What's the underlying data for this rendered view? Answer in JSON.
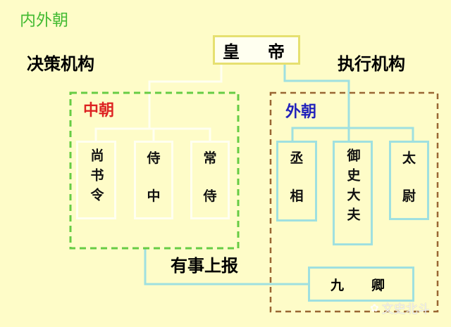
{
  "title": "内外朝",
  "emperor": "皇　帝",
  "left_label": "决策机构",
  "right_label": "执行机构",
  "inner_court": {
    "label": "中朝",
    "offices": [
      {
        "name": "尚书令",
        "chars": [
          "尚",
          "书",
          "令"
        ]
      },
      {
        "name": "侍中",
        "chars": [
          "侍",
          "中"
        ]
      },
      {
        "name": "常侍",
        "chars": [
          "常",
          "侍"
        ]
      }
    ]
  },
  "outer_court": {
    "label": "外朝",
    "offices": [
      {
        "name": "丞相",
        "chars": [
          "丞",
          "相"
        ]
      },
      {
        "name": "御史大夫",
        "chars": [
          "御",
          "史",
          "大",
          "夫"
        ]
      },
      {
        "name": "太尉",
        "chars": [
          "太",
          "尉"
        ]
      }
    ],
    "nine_ministers": "九　卿"
  },
  "report_label": "有事上报",
  "watermark": "文史北斗",
  "colors": {
    "background": "#fefcc8",
    "title": "#44bb33",
    "inner_label": "#dd2222",
    "outer_label": "#2222bb",
    "inner_border": "#66cc44",
    "outer_border": "#996633",
    "outer_lines": "#9fe0e0",
    "inner_lines": "#fffff0",
    "emperor_border": "#e6e070"
  }
}
